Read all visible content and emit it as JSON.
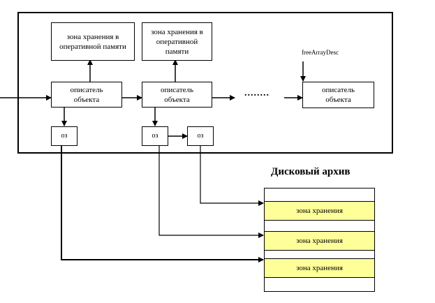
{
  "nodes": {
    "storage_zone_text": "зона хранения в оперативной памяти",
    "descriptor_text": "описатель объекта",
    "oz_label": "оз"
  },
  "free_array_label": "freeArrayDesc",
  "ellipsis": "........",
  "disk_archive": {
    "title": "Дисковый архив",
    "slot_label": "зона хранения"
  }
}
